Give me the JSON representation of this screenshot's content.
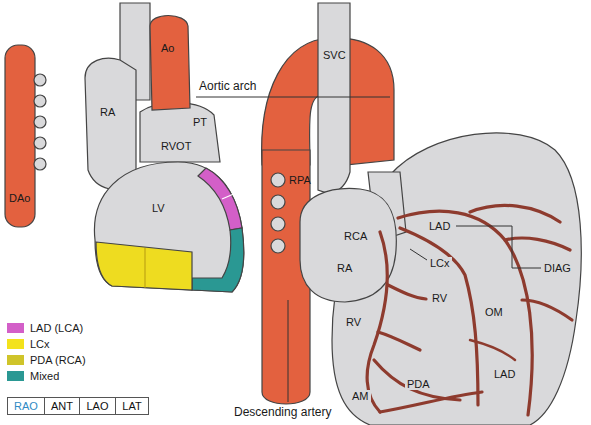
{
  "diagram": {
    "nodes": [
      {
        "text": [
          "RAO"
        ]
      },
      {
        "text": [
          "ANT"
        ]
      },
      {
        "text": [
          "LAO"
        ]
      },
      {
        "text": [
          "LAT"
        ]
      }
    ],
    "labels": [
      "Ao",
      "PT",
      "RA",
      "RVOT",
      "LV",
      "DAo",
      "Aortic arch",
      "SVC",
      "RPA",
      "LAD",
      "RCA",
      "LCx",
      "RA",
      "RV",
      "OM",
      "DIAG",
      "RV",
      "PDA",
      "LAD",
      "AM",
      "Descending artery"
    ],
    "legend": [
      {
        "text": "LAD (LCA)",
        "color": "#d35fc8"
      },
      {
        "text": "LCx",
        "color": "#f3e21c"
      },
      {
        "text": "PDA (RCA)",
        "color": "#cfc42a"
      },
      {
        "text": "Mixed",
        "color": "#2a9893"
      }
    ]
  }
}
